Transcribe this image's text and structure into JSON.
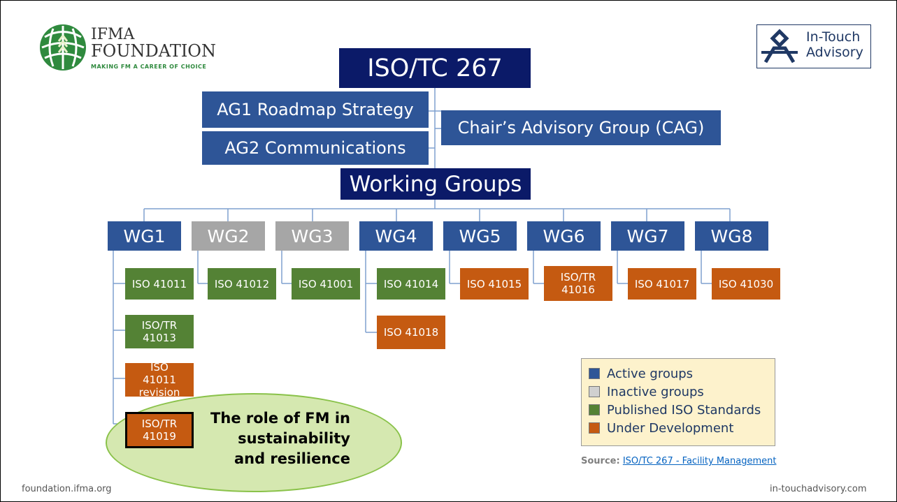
{
  "logos": {
    "ifma_name": "IFMA",
    "ifma_foundation": "FOUNDATION",
    "ifma_tagline": "MAKING FM A CAREER OF CHOICE",
    "intouch_line1": "In-Touch",
    "intouch_line2": "Advisory"
  },
  "top": {
    "tc": "ISO/TC 267",
    "ag1": "AG1 Roadmap Strategy",
    "ag2": "AG2 Communications",
    "cag": "Chair’s Advisory Group (CAG)",
    "working_groups": "Working Groups"
  },
  "wgs": [
    {
      "label": "WG1",
      "status": "active"
    },
    {
      "label": "WG2",
      "status": "inactive"
    },
    {
      "label": "WG3",
      "status": "inactive"
    },
    {
      "label": "WG4",
      "status": "active"
    },
    {
      "label": "WG5",
      "status": "active"
    },
    {
      "label": "WG6",
      "status": "active"
    },
    {
      "label": "WG7",
      "status": "active"
    },
    {
      "label": "WG8",
      "status": "active"
    }
  ],
  "standards": {
    "wg1": [
      "ISO 41011",
      "ISO/TR 41013",
      "ISO 41011 revision",
      "ISO/TR 41019"
    ],
    "wg2": [
      "ISO 41012"
    ],
    "wg3": [
      "ISO 41001"
    ],
    "wg4": [
      "ISO 41014",
      "ISO 41018"
    ],
    "wg5": [
      "ISO 41015"
    ],
    "wg6": [
      "ISO/TR 41016"
    ],
    "wg7": [
      "ISO 41017"
    ],
    "wg8": [
      "ISO 41030"
    ]
  },
  "legend": [
    {
      "label": "Active groups",
      "color": "#2e5597"
    },
    {
      "label": "Inactive groups",
      "color": "#a6a6a6"
    },
    {
      "label": "Published ISO Standards",
      "color": "#548235"
    },
    {
      "label": "Under Development",
      "color": "#c55a11"
    }
  ],
  "callout": "The role of FM in sustainability and resilience",
  "source_label": "Source:",
  "source_link": "ISO/TC 267 - Facility Management",
  "footer_left": "foundation.ifma.org",
  "footer_right": "in-touchadvisory.com",
  "colors": {
    "navy": "#0b1a68",
    "active": "#2e5597",
    "inactive": "#a6a6a6",
    "published": "#548235",
    "development": "#c55a11"
  }
}
